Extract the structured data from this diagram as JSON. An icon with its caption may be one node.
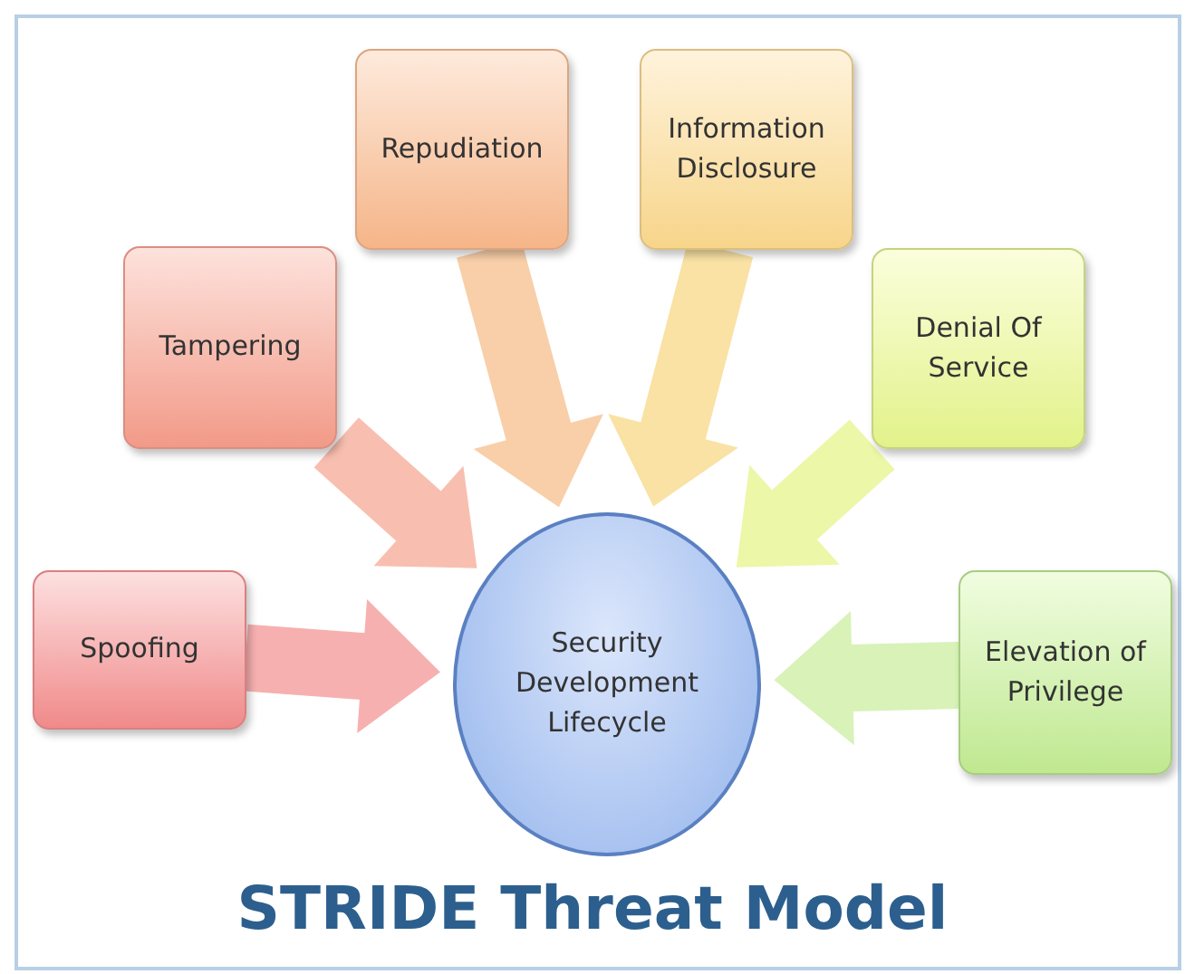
{
  "diagram": {
    "title": "STRIDE Threat Model",
    "nodes": [
      {
        "text": [
          "Spoofing"
        ]
      },
      {
        "text": [
          "Tampering"
        ]
      },
      {
        "text": [
          "Repudiation"
        ]
      },
      {
        "text": [
          "Information Disclosure"
        ]
      },
      {
        "text": [
          "Denial Of Service"
        ]
      },
      {
        "text": [
          "Elevation of Privilege"
        ]
      },
      {
        "text": [
          "Security Development Lifecycle"
        ]
      }
    ],
    "edges": [
      {
        "from": 0,
        "to": 6,
        "arrow": "to"
      },
      {
        "from": 1,
        "to": 6,
        "arrow": "to"
      },
      {
        "from": 2,
        "to": 6,
        "arrow": "to"
      },
      {
        "from": 3,
        "to": 6,
        "arrow": "to"
      },
      {
        "from": 4,
        "to": 6,
        "arrow": "to"
      },
      {
        "from": 5,
        "to": 6,
        "arrow": "to"
      }
    ]
  }
}
